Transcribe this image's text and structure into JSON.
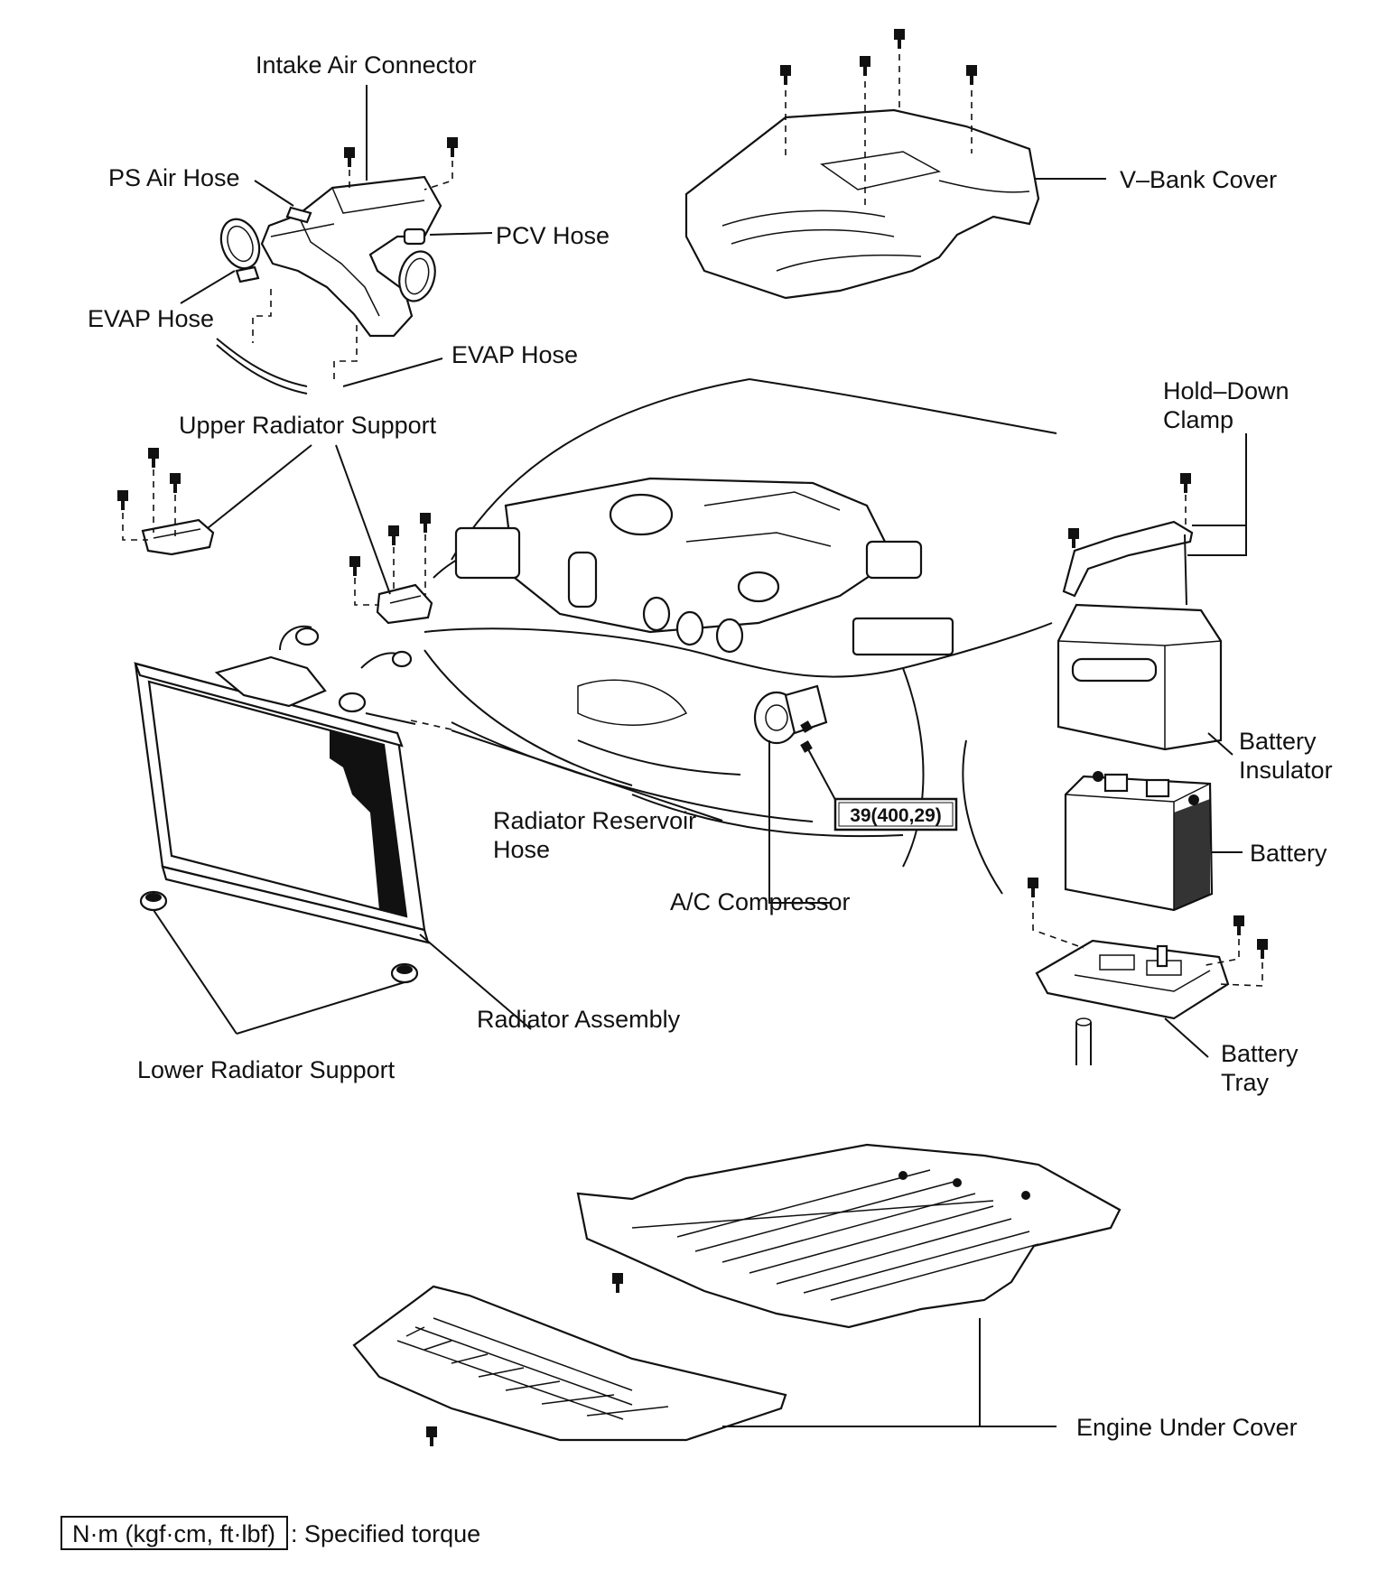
{
  "labels": {
    "intake_air_connector": "Intake Air Connector",
    "ps_air_hose": "PS Air Hose",
    "pcv_hose": "PCV Hose",
    "evap_hose_left": "EVAP Hose",
    "evap_hose_right": "EVAP Hose",
    "v_bank_cover": "V–Bank Cover",
    "hold_down_clamp_line1": "Hold–Down",
    "hold_down_clamp_line2": "Clamp",
    "upper_radiator_support": "Upper Radiator Support",
    "battery_insulator_line1": "Battery",
    "battery_insulator_line2": "Insulator",
    "battery": "Battery",
    "radiator_reservoir_hose_line1": "Radiator Reservoir",
    "radiator_reservoir_hose_line2": "Hose",
    "ac_compressor": "A/C Compressor",
    "radiator_assembly": "Radiator Assembly",
    "lower_radiator_support": "Lower Radiator Support",
    "battery_tray_line1": "Battery",
    "battery_tray_line2": "Tray",
    "engine_under_cover": "Engine Under Cover"
  },
  "torque_spec": "39(400,29)",
  "legend": {
    "unit_box": "N·m (kgf·cm, ft·lbf)",
    "text": ": Specified torque"
  },
  "colors": {
    "ink": "#111111",
    "paper": "#ffffff"
  }
}
